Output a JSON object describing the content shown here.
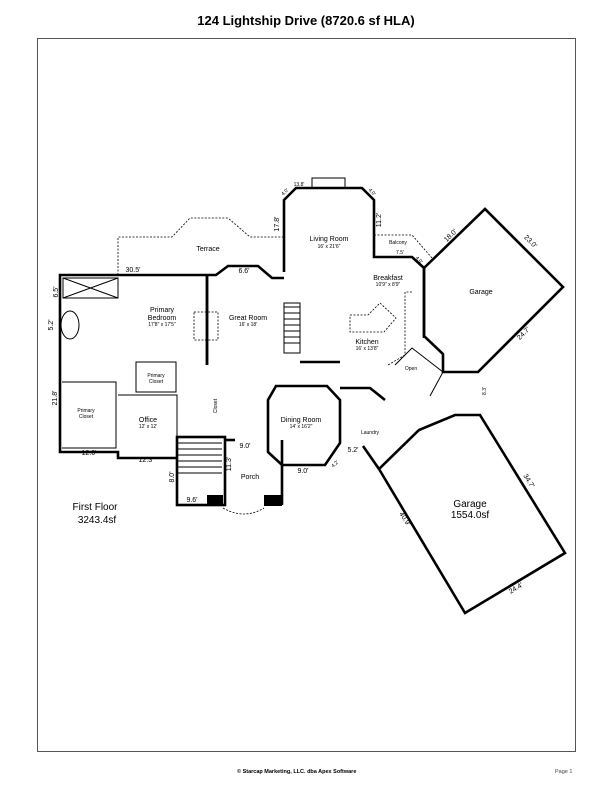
{
  "title": "124 Lightship Drive (8720.6 sf HLA)",
  "rooms": {
    "living_room": {
      "name": "Living Room",
      "dims": "16' x 21'6\""
    },
    "breakfast": {
      "name": "Breakfast",
      "dims": "10'9\" x 8'9\""
    },
    "kitchen": {
      "name": "Kitchen",
      "dims": "16' x 13'8\""
    },
    "primary_bedroom": {
      "name": "Primary Bedroom",
      "name_line1": "Primary",
      "name_line2": "Bedroom",
      "dims": "17'8\" x 17'5\""
    },
    "great_room": {
      "name": "Great Room",
      "dims": "16' x 18'"
    },
    "dining_room": {
      "name": "Dining Room",
      "dims": "14' x 16'2\""
    },
    "office": {
      "name": "Office",
      "dims": "12' x 12'"
    },
    "terrace": {
      "name": "Terrace"
    },
    "balcony": {
      "name": "Balcony"
    },
    "open": {
      "name": "Open"
    },
    "laundry": {
      "name": "Laundry"
    },
    "porch": {
      "name": "Porch"
    },
    "primary_closet_1": {
      "line1": "Primary",
      "line2": "Closet"
    },
    "primary_closet_2": {
      "line1": "Primary",
      "line2": "Closet"
    },
    "closet_label": "Closet",
    "garage_1": {
      "name": "Garage"
    },
    "garage_2": {
      "name": "Garage",
      "area": "1554.0sf"
    }
  },
  "floor": {
    "name": "First Floor",
    "area": "3243.4sf"
  },
  "dimensions": [
    "13.8'",
    "4.0'",
    "4.0'",
    "17.8'",
    "11.2'",
    "7.5'",
    "4.0'",
    "18.0'",
    "23.0'",
    "24.7'",
    "8.3'",
    "30.5'",
    "6.6'",
    "6.5'",
    "5.2'",
    "21.8'",
    "12.0'",
    "12.3'",
    "8.0'",
    "9.6'",
    "11.3'",
    "9.0'",
    "9.0'",
    "4.2'",
    "5.2'",
    "34.7'",
    "40.9'",
    "24.4'"
  ],
  "footer": {
    "copyright": "© Starcap Marketing, LLC. dba Apex Software",
    "page": "Page 1"
  }
}
